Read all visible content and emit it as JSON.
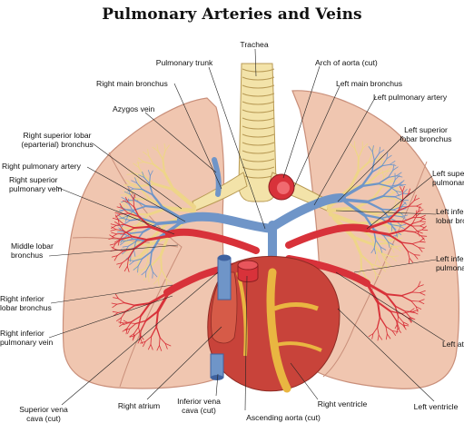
{
  "title": "Pulmonary Arteries and Veins",
  "colors": {
    "lung": "#f0c6b0",
    "lung_edge": "#c98f7a",
    "artery_blue": "#6f95c8",
    "vein_red": "#d8323a",
    "bronchus": "#f3e3a9",
    "heart": "#c8433a",
    "fat": "#e9b641"
  },
  "labels": {
    "trachea": "Trachea",
    "pulmonary_trunk": "Pulmonary trunk",
    "arch_of_aorta": "Arch of aorta (cut)",
    "right_main_bronchus": "Right main bronchus",
    "left_main_bronchus": "Left main bronchus",
    "azygos_vein": "Azygos vein",
    "left_pulmonary_artery": "Left pulmonary artery",
    "right_superior_lobar_1": "Right superior lobar",
    "right_superior_lobar_2": "(eparterial) bronchus",
    "left_superior_lobar_1": "Left superior",
    "left_superior_lobar_2": "lobar bronchus",
    "right_pulmonary_artery": "Right pulmonary artery",
    "right_superior_pv_1": "Right superior",
    "right_superior_pv_2": "pulmonary vein",
    "left_superior_pv_1": "Left superior",
    "left_superior_pv_2": "pulmonary vein",
    "left_inferior_lobar_1": "Left inferior",
    "left_inferior_lobar_2": "lobar bronchus",
    "middle_lobar_1": "Middle lobar",
    "middle_lobar_2": "bronchus",
    "left_inferior_pv_1": "Left inferior",
    "left_inferior_pv_2": "pulmonary vein",
    "right_inferior_lobar_1": "Right inferior",
    "right_inferior_lobar_2": "lobar bronchus",
    "right_inferior_pv_1": "Right inferior",
    "right_inferior_pv_2": "pulmonary vein",
    "left_atrium": "Left atrium",
    "superior_vena_cava_1": "Superior vena",
    "superior_vena_cava_2": "cava (cut)",
    "right_atrium": "Right atrium",
    "inferior_vena_cava_1": "Inferior vena",
    "inferior_vena_cava_2": "cava (cut)",
    "right_ventricle": "Right ventricle",
    "left_ventricle": "Left ventricle",
    "ascending_aorta": "Ascending aorta (cut)"
  }
}
